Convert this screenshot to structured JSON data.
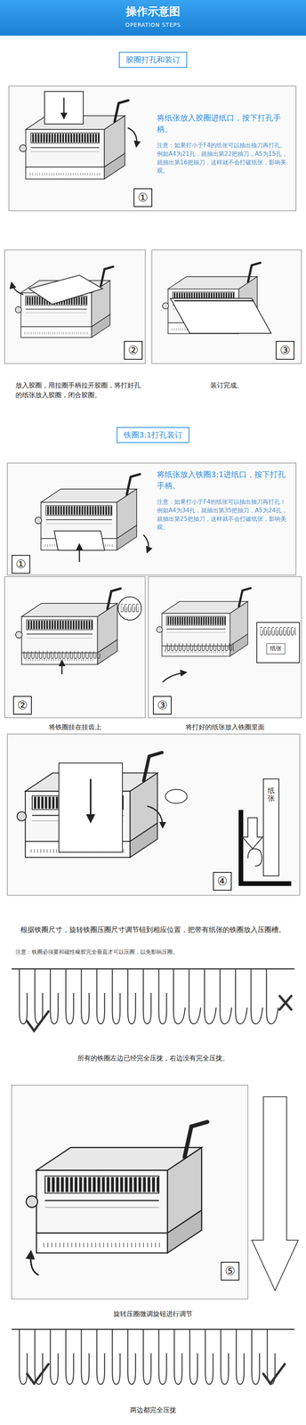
{
  "diagram": {
    "title": "操作示意图",
    "nodes": [
      {
        "text": [
          "胶圈打孔和装订"
        ]
      },
      {
        "text": [
          "铁圈3:1打孔装订"
        ]
      }
    ],
    "labels": [
      "OPERATION STEPS",
      "将纸张放入胶圈进纸口，按下打孔手柄。",
      "注意：如果打小于F4的纸张可以抽出抽刀再打孔。例如A4为21孔，就抽出第22把抽刀，A5为15孔，就抽出第16把抽刀，这样就不会打破纸张，影响美观。",
      "①",
      "②",
      "③",
      "放入胶圈，用拉圈手柄拉开胶圈，将打好孔的纸张放入胶圈，闭合胶圈。",
      "装订完成。",
      "将纸张放入铁圈3:1进纸口，按下打孔手柄。",
      "注意：如果打小于F4的纸张可以抽出抽刀再打孔！例如A4为34孔，就抽出第35把抽刀，A5为24孔，就抽出第25把抽刀，这样就不会打破纸张，影响美观。",
      "①",
      "②",
      "纸张",
      "③",
      "将铁圈挂在挂齿上",
      "将打好的纸张放入铁圈里面",
      "纸张",
      "④",
      "根据铁圈尺寸，旋转铁圈压圈尺寸调节钮到相应位置，把带有纸张的铁圈放入压圈槽。",
      "注意：铁圈必须要和磁性橡胶完全垂直才可以压圈，以免影响压圈。",
      "所有的铁圈左边已经完全压拢，右边没有完全压拢。",
      "⑤",
      "旋转压圈微调旋钮进行调节",
      "两边都完全压拢"
    ]
  }
}
